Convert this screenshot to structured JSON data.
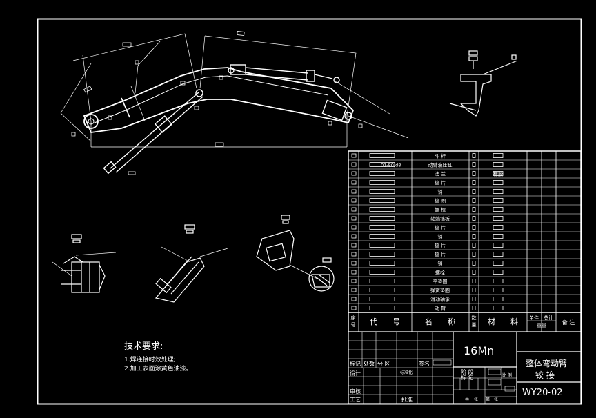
{
  "parts_list": {
    "rows": [
      {
        "name": "斗 杆",
        "material": ""
      },
      {
        "name": "动臂液压缸",
        "material": ""
      },
      {
        "name": "法 兰",
        "material": "橡胶"
      },
      {
        "name": "垫 片",
        "material": ""
      },
      {
        "name": "销",
        "material": ""
      },
      {
        "name": "垫 圈",
        "material": ""
      },
      {
        "name": "螺 栓",
        "material": ""
      },
      {
        "name": "轴端挡板",
        "material": ""
      },
      {
        "name": "垫 片",
        "material": ""
      },
      {
        "name": "销",
        "material": ""
      },
      {
        "name": "垫 片",
        "material": ""
      },
      {
        "name": "垫 片",
        "material": ""
      },
      {
        "name": "销",
        "material": ""
      },
      {
        "name": "螺栓",
        "material": ""
      },
      {
        "name": "平垫圈",
        "material": ""
      },
      {
        "name": "弹簧垫圈",
        "material": ""
      },
      {
        "name": "滑动轴承",
        "material": ""
      },
      {
        "name": "动 臂",
        "material": ""
      }
    ],
    "spec_fragment": "01-80/d8",
    "header": {
      "seq_top": "序",
      "seq_bottom": "号",
      "code": "代　　号",
      "name": "名　　称",
      "qty_top": "数",
      "qty_bottom": "量",
      "material": "材　　料",
      "unit_top": "单件",
      "total_top": "总计",
      "weight": "重量",
      "remark": "备 注"
    }
  },
  "title_block": {
    "material": "16Mn",
    "drawing_name_line1": "整体弯动臂",
    "drawing_name_line2": "铰 接",
    "drawing_number": "WY20-02",
    "labels": {
      "mark": "标记",
      "count": "处数",
      "zone": "分 区",
      "sign": "签名",
      "design": "设计",
      "standardization": "标准化",
      "stage": "阶 段",
      "mark2": "标 记",
      "scale": "比 例",
      "review": "审核",
      "process": "工艺",
      "approve": "批准",
      "sheets_total": "共",
      "sheets_unit": "张",
      "sheet_no": "第",
      "sheet_unit": "张"
    }
  },
  "technical_requirements": {
    "title": "技术要求:",
    "items": [
      "1.焊连接时效处理;",
      "2.加工表面涂黄色油漆。"
    ]
  }
}
